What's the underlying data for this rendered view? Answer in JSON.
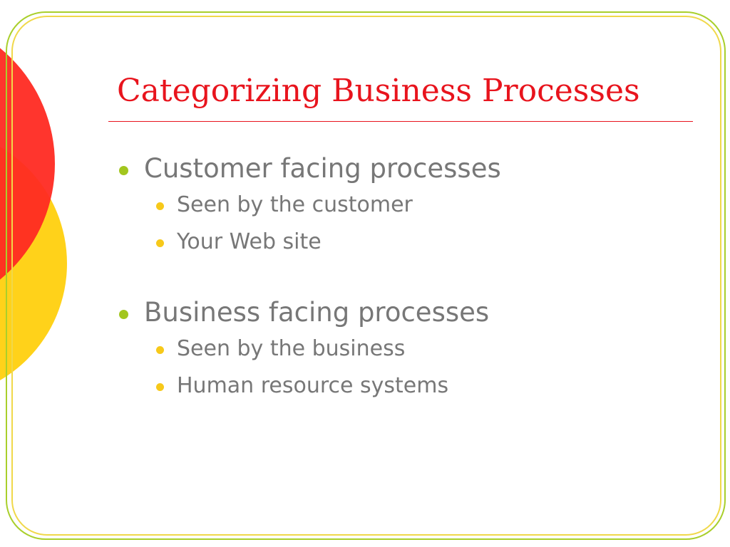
{
  "slide": {
    "title": "Categorizing Business Processes",
    "groups": [
      {
        "label": "Customer facing processes",
        "subitems": [
          "Seen by the customer",
          "Your Web site"
        ]
      },
      {
        "label": "Business facing processes",
        "subitems": [
          "Seen by the business",
          "Human resource systems"
        ]
      }
    ]
  },
  "colors": {
    "title": "#e8141d",
    "body_text": "#777777",
    "bullet_level1": "#a2c61e",
    "bullet_level2": "#f7c91a",
    "deco_red": "#ff2a22",
    "deco_yellow": "#ffd21a",
    "frame_green": "#a9cf2b",
    "frame_yellow": "#f0d84a"
  }
}
